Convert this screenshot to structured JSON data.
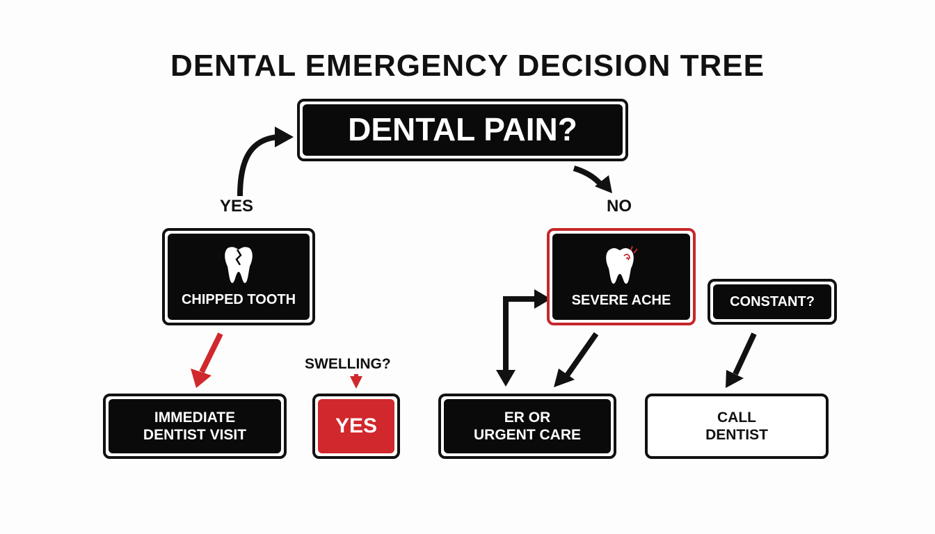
{
  "title": "DENTAL EMERGENCY DECISION TREE",
  "colors": {
    "dark": "#0a0a0a",
    "accent_red": "#d0282c",
    "outline_red": "#c5282c",
    "background": "#fdfdfd"
  },
  "nodes": {
    "root": {
      "label": "DENTAL PAIN?"
    },
    "chipped": {
      "label": "CHIPPED TOOTH",
      "icon": "cracked-tooth-icon"
    },
    "severe": {
      "label": "SEVERE ACHE",
      "icon": "aching-tooth-icon"
    },
    "constant": {
      "label": "CONSTANT?"
    },
    "immediate": {
      "line1": "IMMEDIATE",
      "line2": "DENTIST VISIT"
    },
    "yes_box": {
      "label": "YES"
    },
    "er": {
      "line1": "ER OR",
      "line2": "URGENT CARE"
    },
    "call": {
      "line1": "CALL",
      "line2": "DENTIST"
    }
  },
  "edge_labels": {
    "yes": "YES",
    "no": "NO",
    "swelling": "SWELLING?"
  }
}
